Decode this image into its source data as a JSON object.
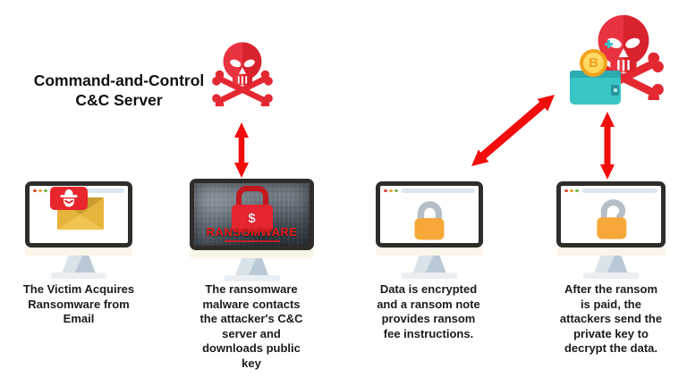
{
  "title": {
    "text": "Command-and-Control\nC&C Server"
  },
  "colors": {
    "accent_red": "#e42832",
    "arrow_red": "#f20d0d",
    "wallet_teal": "#3ac6c7",
    "coin_gold": "#f2a21d",
    "lock_orange": "#f6a838",
    "envelope_gold": "#e7b43c",
    "monitor_frame": "#2f2d2a"
  },
  "cnc": {
    "skull_icon": "skull-crossbones",
    "wallet_icon": "bitcoin-wallet",
    "coin_symbol": "B"
  },
  "stages": [
    {
      "caption": "The Victim Acquires\nRansomware from\nEmail",
      "screen_icon": "email-with-hacker-alert"
    },
    {
      "caption": "The ransomware\nmalware contacts\nthe attacker's C&C\nserver and\ndownloads public\nkey",
      "screen_icon": "ransomware-lock-wallpaper",
      "screen_title": "RANSOMWARE",
      "lock_symbol": "$"
    },
    {
      "caption": "Data is encrypted\nand a ransom note\nprovides ransom\nfee instructions.",
      "screen_icon": "closed-padlock"
    },
    {
      "caption": "After the ransom\nis paid, the\nattackers send the\nprivate key to\ndecrypt the data.",
      "screen_icon": "open-padlock"
    }
  ]
}
